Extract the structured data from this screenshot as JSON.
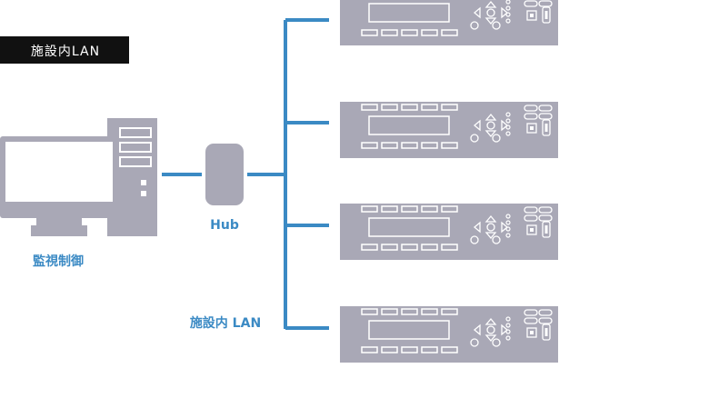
{
  "badge": {
    "text": "施設内LAN"
  },
  "labels": {
    "monitor": "監視制御",
    "hub": "Hub",
    "lan": "施設内 LAN"
  },
  "colors": {
    "line": "#3b8ac4",
    "device_body": "#a9a8b6",
    "device_dark": "#8e8d9c",
    "device_light": "#ffffff",
    "badge_bg": "#111111"
  },
  "icons": {
    "pc": "desktop-computer-icon",
    "hub": "network-hub-icon",
    "device": "rack-device-icon"
  },
  "devices": [
    {
      "name": "rack-device-1"
    },
    {
      "name": "rack-device-2"
    },
    {
      "name": "rack-device-3"
    },
    {
      "name": "rack-device-4"
    }
  ]
}
